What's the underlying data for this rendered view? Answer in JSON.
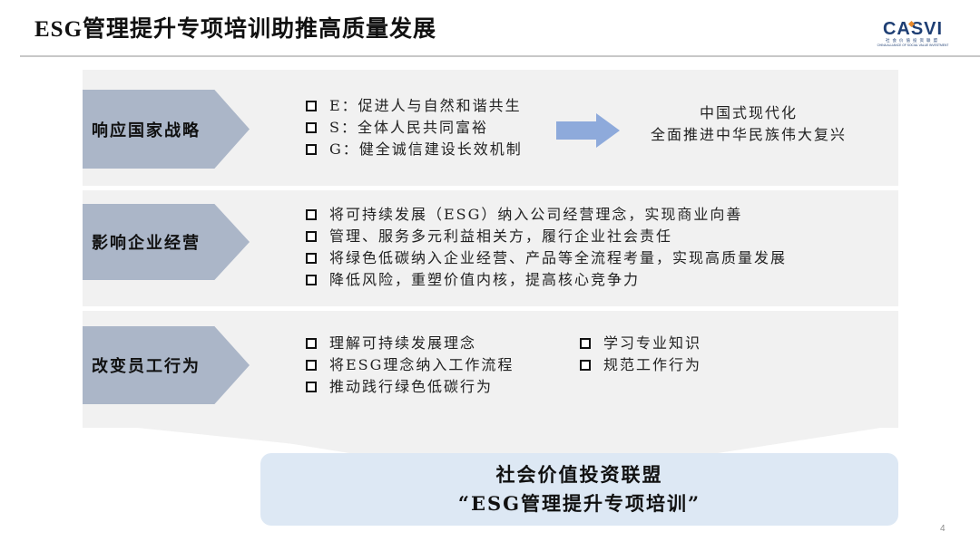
{
  "header": {
    "title": "ESG管理提升专项培训助推高质量发展",
    "logo": {
      "text": "CASVI",
      "subtitle_cn": "社会价值投资联盟",
      "subtitle_en": "CHINA ALLIANCE OF SOCIAL VALUE INVESTMENT",
      "brand_color": "#1f3f74",
      "accent_color": "#e8892b"
    }
  },
  "sections": [
    {
      "label": "响应国家战略",
      "bullets": [
        "E：促进人与自然和谐共生",
        "S：全体人民共同富裕",
        "G：健全诚信建设长效机制"
      ],
      "arrow_icon": "right-arrow-icon",
      "goal_lines": [
        "中国式现代化",
        "全面推进中华民族伟大复兴"
      ]
    },
    {
      "label": "影响企业经营",
      "bullets": [
        "将可持续发展（ESG）纳入公司经营理念，实现商业向善",
        "管理、服务多元利益相关方，履行企业社会责任",
        "将绿色低碳纳入企业经营、产品等全流程考量，实现高质量发展",
        "降低风险，重塑价值内核，提高核心竞争力"
      ]
    },
    {
      "label": "改变员工行为",
      "bullets_left": [
        "理解可持续发展理念",
        "将ESG理念纳入工作流程",
        "推动践行绿色低碳行为"
      ],
      "bullets_right": [
        "学习专业知识",
        "规范工作行为"
      ]
    }
  ],
  "banner": {
    "line1": "社会价值投资联盟",
    "line2": "“ESG管理提升专项培训”"
  },
  "colors": {
    "panel_bg": "#f1f1f1",
    "chevron": "#abb6c8",
    "arrow": "#8eaadb",
    "banner_bg": "#dde8f4",
    "rule": "#c8c8c8"
  },
  "page_number": "4"
}
